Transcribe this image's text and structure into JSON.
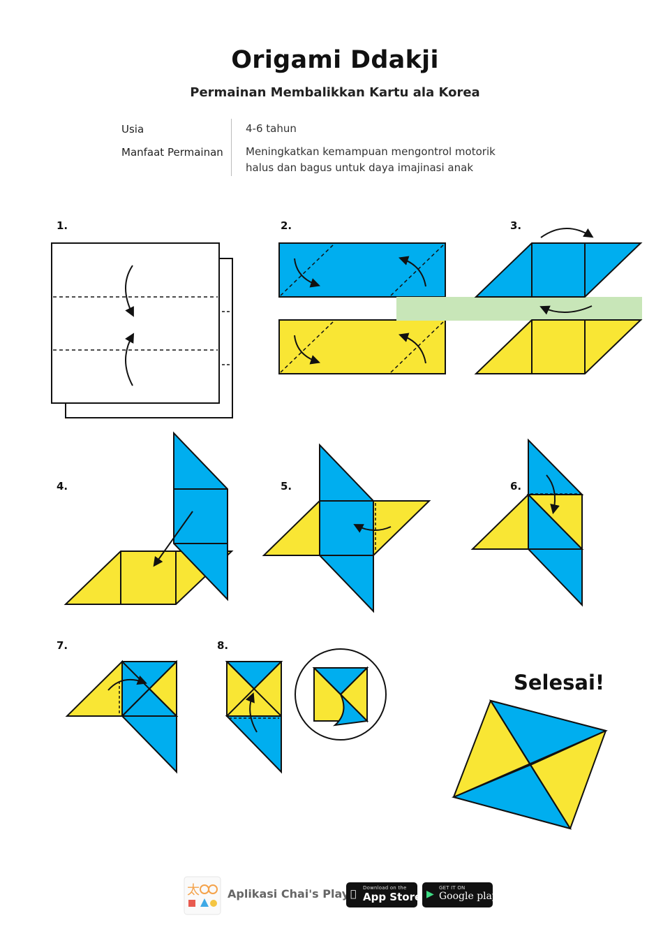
{
  "header": {
    "title": "Origami Ddakji",
    "subtitle": "Permainan Membalikkan Kartu ala Korea"
  },
  "info": {
    "age_label": "Usia",
    "age_value": "4-6 tahun",
    "benefit_label": "Manfaat Permainan",
    "benefit_line1": "Meningkatkan kemampuan mengontrol motorik",
    "benefit_line2": "halus dan bagus untuk daya imajinasi anak"
  },
  "steps": [
    "1.",
    "2.",
    "3.",
    "4.",
    "5.",
    "6.",
    "7.",
    "8."
  ],
  "finished_label": "Selesai!",
  "colors": {
    "blue": "#00AEEF",
    "yellow": "#F9E634",
    "green": "#C8E6B8",
    "outline": "#111111"
  },
  "footer": {
    "app_name": "Aplikasi Chai's Play",
    "app_store_small": "Download on the",
    "app_store_big": "App Store",
    "google_small": "GET IT ON",
    "google_big": "Google play"
  }
}
